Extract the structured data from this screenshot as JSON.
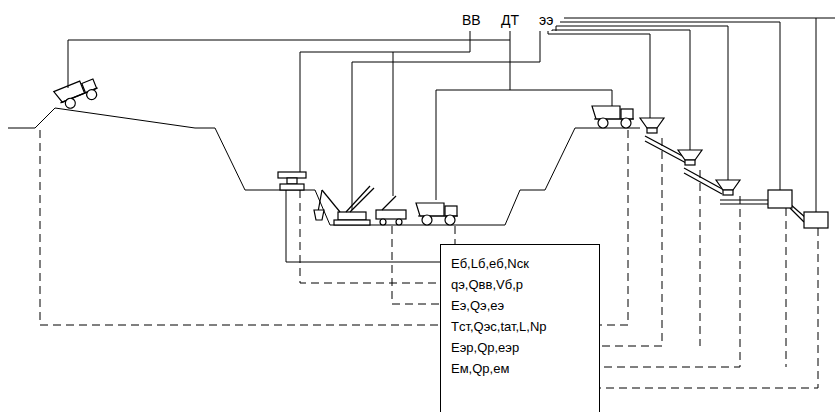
{
  "diagram": {
    "nodes": [
      {
        "text": [
          "Eб,Lб,eб,Nск",
          "qэ,Qвв,Vб,p",
          "Eэ,Qэ,eэ",
          "Tст,Qэс,tат,L,Nр",
          "Eэр,Qр,eэр",
          "Eм,Qр,eм"
        ]
      }
    ],
    "labels": [
      "ВВ",
      "ДТ",
      "ээ"
    ]
  }
}
